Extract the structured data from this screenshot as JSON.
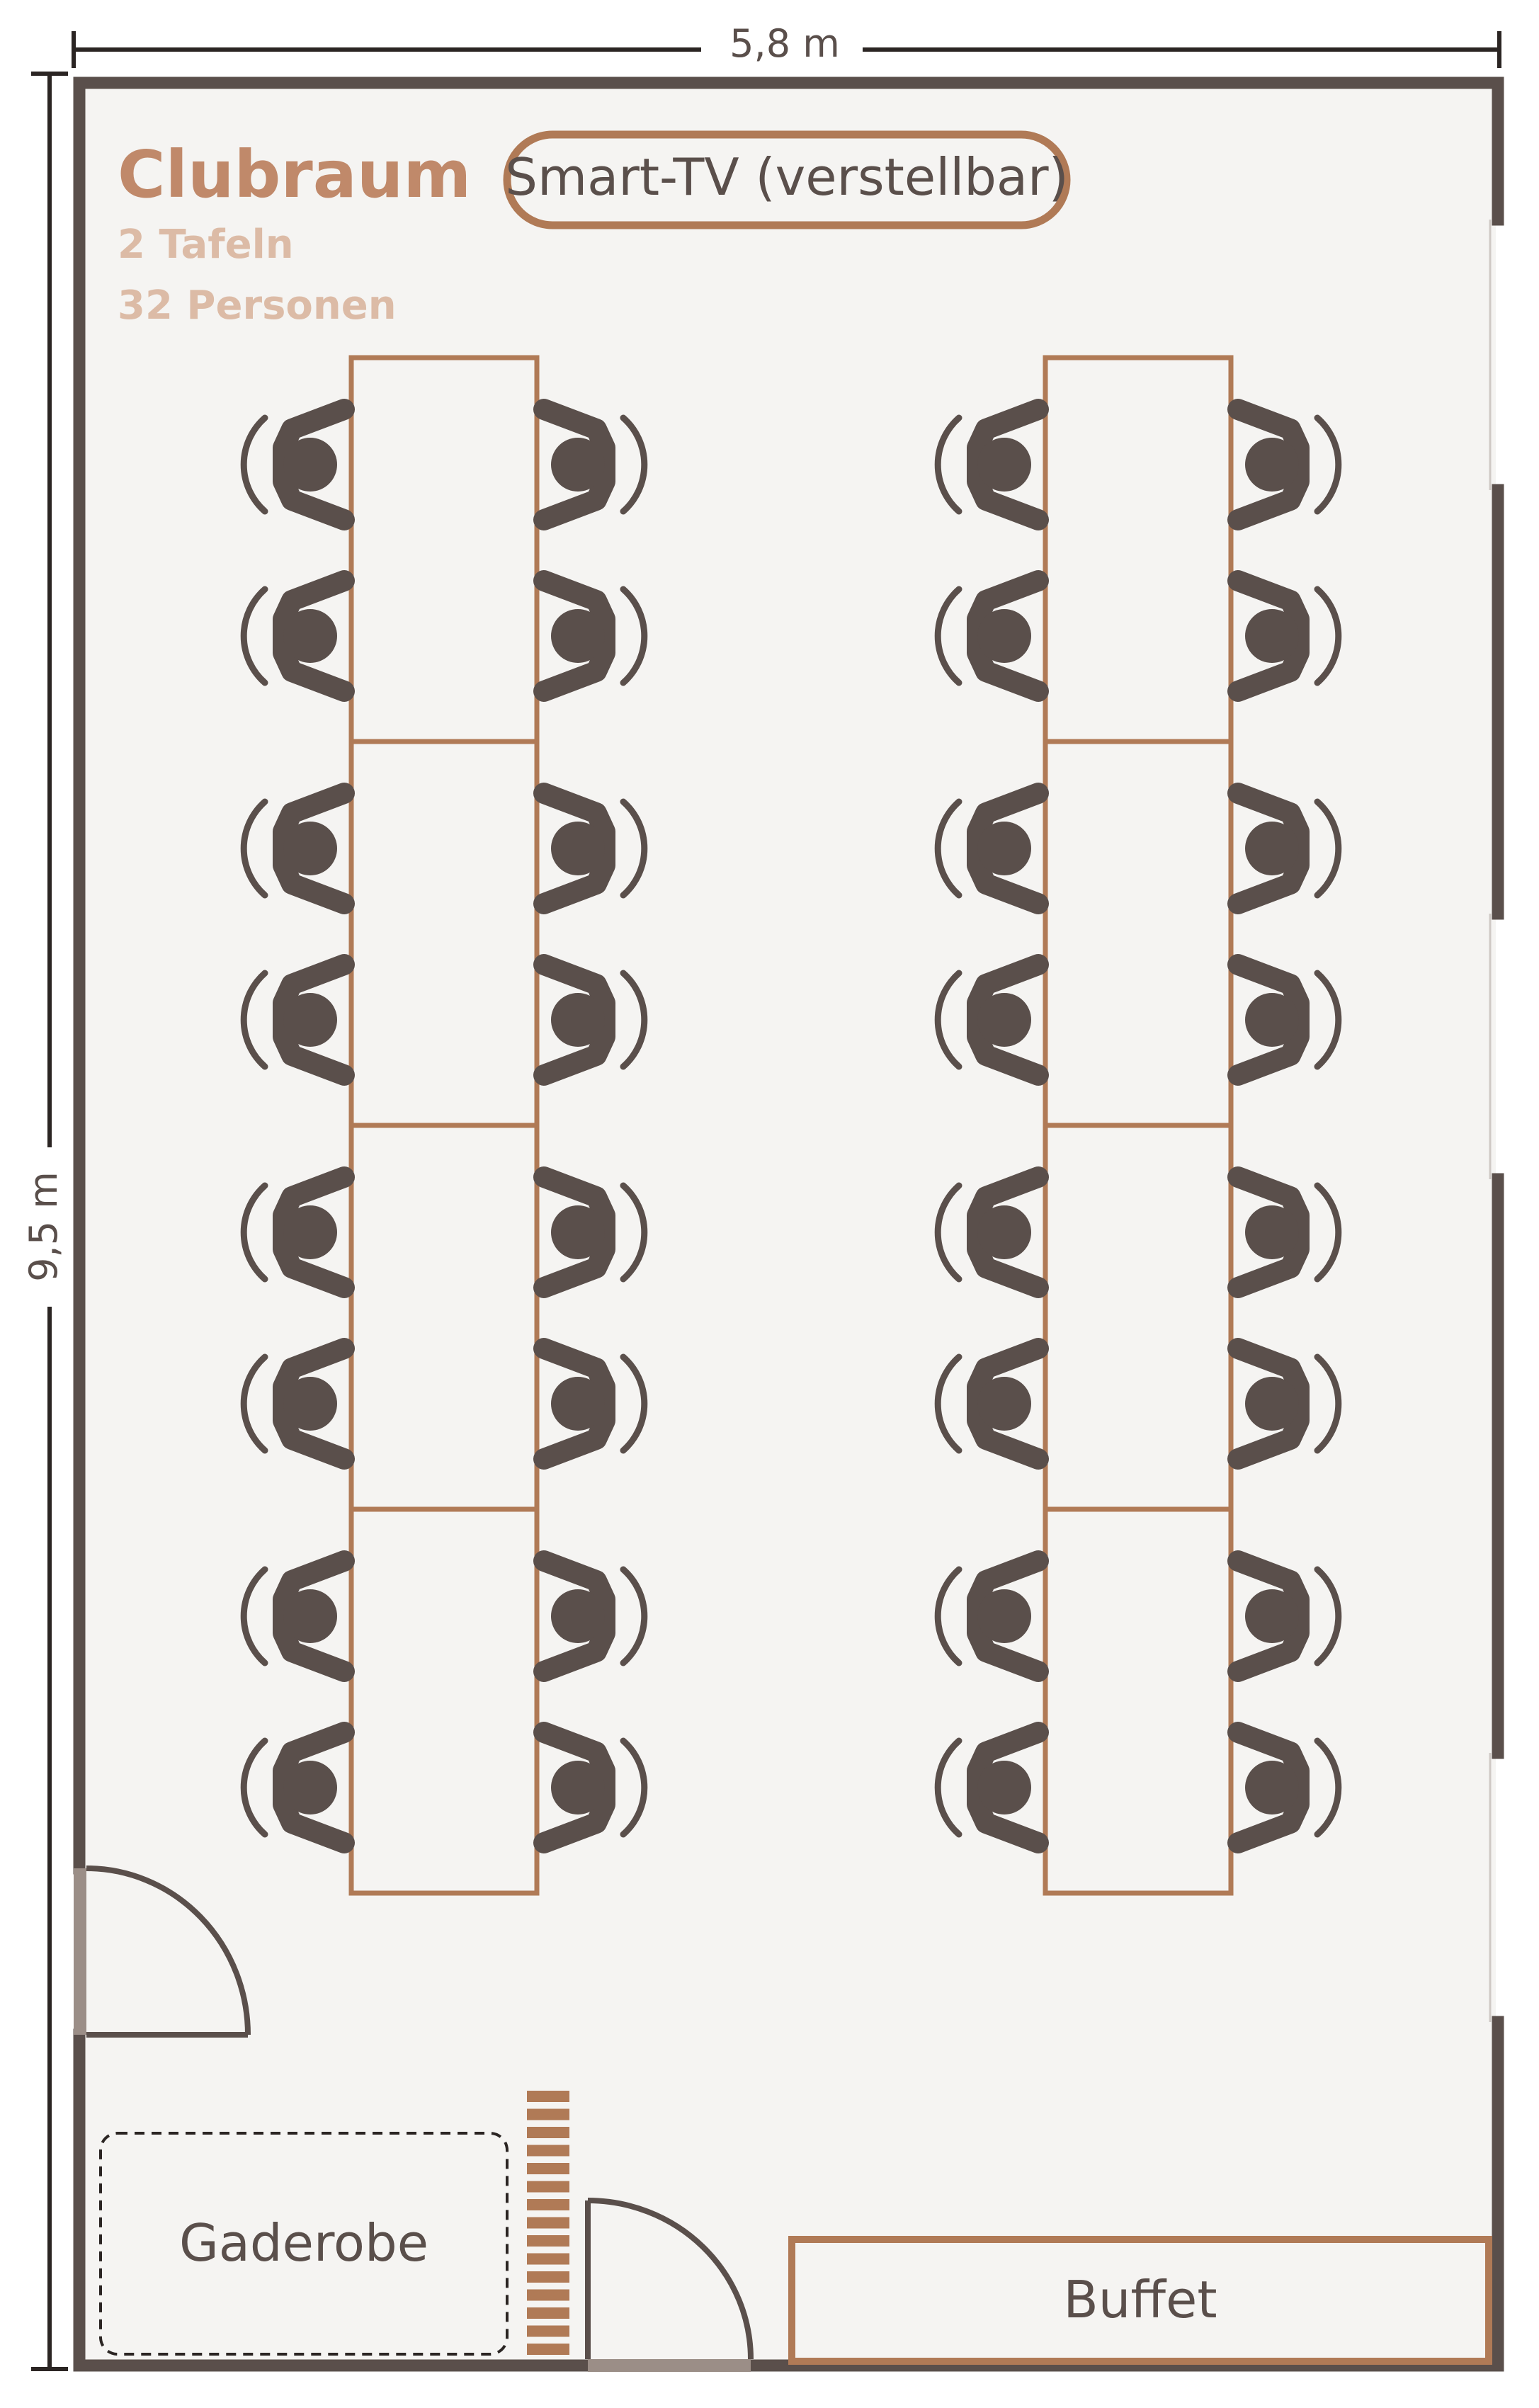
{
  "room": {
    "title": "Clubraum",
    "tables_label": "2 Tafeln",
    "persons_label": "32 Personen",
    "width_label": "5,8 m",
    "length_label": "9,5 m"
  },
  "features": {
    "tv_label": "Smart-TV (verstellbar)",
    "cloakroom_label": "Gaderobe",
    "buffet_label": "Buffet"
  },
  "layout_counts": {
    "table_columns": 2,
    "tables_per_column": 4,
    "chairs_per_table": 4,
    "total_seats": 32
  },
  "colors": {
    "wall": "#5a4f4b",
    "accent": "#b07a56",
    "title": "#c0896a",
    "subtitle": "#dcbba6",
    "floor": "#f5f4f2",
    "door_panel": "#9b8e87"
  }
}
